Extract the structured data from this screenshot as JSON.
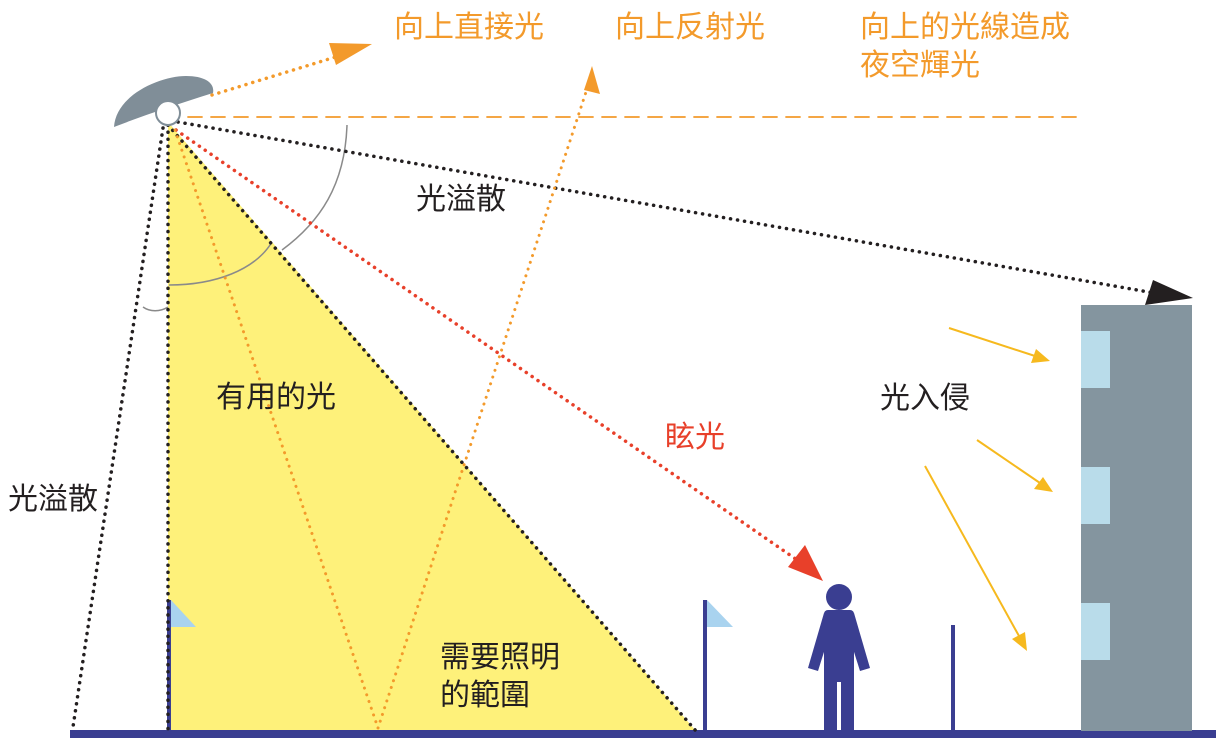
{
  "colors": {
    "orange": "#f39a2b",
    "black": "#231f20",
    "red": "#e8402a",
    "yellow_area": "#fef17a",
    "navy": "#3a3e91",
    "building": "#84959f",
    "window": "#b9dcea",
    "lamp": "#808e98",
    "arrow_gold": "#f6b91e",
    "flag": "#a9d3ef"
  },
  "labels": {
    "upward_direct": "向上直接光",
    "upward_reflected": "向上反射光",
    "sky_glow_line1": "向上的光線造成",
    "sky_glow_line2": "夜空輝光",
    "spill_top": "光溢散",
    "spill_left": "光溢散",
    "useful_light": "有用的光",
    "glare": "眩光",
    "light_trespass": "光入侵",
    "area_line1": "需要照明",
    "area_line2": "的範圍"
  },
  "icons": {
    "lamp": "street-lamp-icon",
    "person": "person-icon",
    "building": "building-icon",
    "flag": "flag-icon"
  }
}
